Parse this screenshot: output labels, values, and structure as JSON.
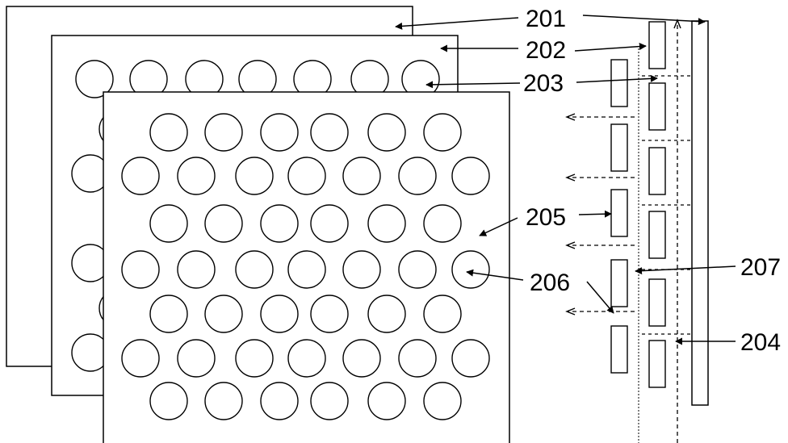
{
  "figure": {
    "background": "#ffffff",
    "stroke": "#000000"
  },
  "labels": {
    "l201": "201",
    "l202": "202",
    "l203": "203",
    "l204": "204",
    "l205": "205",
    "l206": "206",
    "l207": "207"
  }
}
